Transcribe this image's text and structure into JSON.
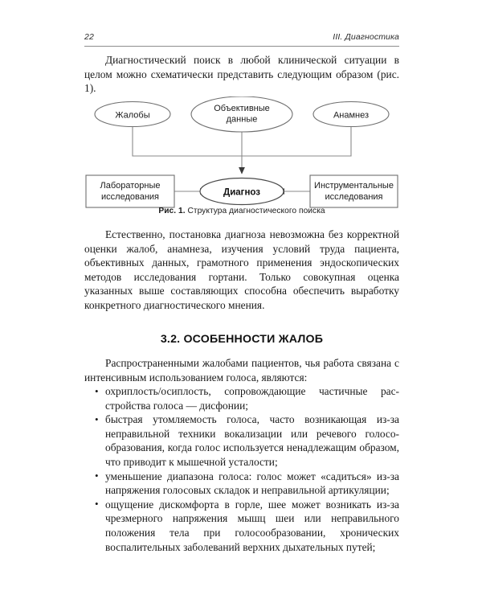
{
  "page": {
    "folio": "22",
    "chapter": "III. Диагностика"
  },
  "intro_paragraph": "Диагностический поиск в любой клинической ситуации в целом можно схематически представить следующим обра­зом (рис. 1).",
  "intro_paragraph_plain": "Диагностический поиск в любой клинической ситуации в целом можно схематически представить следующим образом (рис. 1).",
  "figure": {
    "caption_label": "Рис. 1.",
    "caption_text": " Структура диагностического поиска",
    "nodes": {
      "complaints": "Жалобы",
      "objective_data_line1": "Объективные",
      "objective_data_line2": "данные",
      "anamnesis": "Анамнез",
      "diagnosis": "Диагноз",
      "lab_line1": "Лабораторные",
      "lab_line2": "исследования",
      "instr_line1": "Инструментальные",
      "instr_line2": "исследования"
    },
    "colors": {
      "stroke": "#6f6f6f",
      "arrow": "#3a3a3a",
      "text": "#1a1a1a"
    }
  },
  "second_paragraph": "Естественно, постановка диагноза невозможна без кор­ректной оценки жалоб, анамнеза, изучения условий труда пациента, объективных данных, грамотного применения эндоскопических методов исследования гортани. Только совокупная оценка указанных выше составляющих способ­на обеспечить выработку конкретного диагностического мнения.",
  "section": {
    "heading": "3.2. ОСОБЕННОСТИ ЖАЛОБ",
    "lead_paragraph": "Распространенными жалобами пациентов, чья работа свя­зана с интенсивным использованием голоса, являются:"
  },
  "bullets": [
    "охриплость/осиплость, сопровождающие частичные рас­стройства голоса — дисфонии;",
    "быстрая утомляемость голоса, часто возникающая из-за неправильной техники вокализации или речевого голосо­образования, когда голос используется ненадлежащим образом, что приводит к мышечной усталости;",
    "уменьшение диапазона голоса: голос может «садиться» из-за напряжения голосовых складок и неправильной артикуляции;",
    "ощущение дискомфорта в горле, шее может возникать из-за чрезмерного напряжения мышц шеи или непра­вильного положения тела при голосообразовании, хро­нических воспалительных заболеваний верхних дыха­тельных путей;"
  ]
}
